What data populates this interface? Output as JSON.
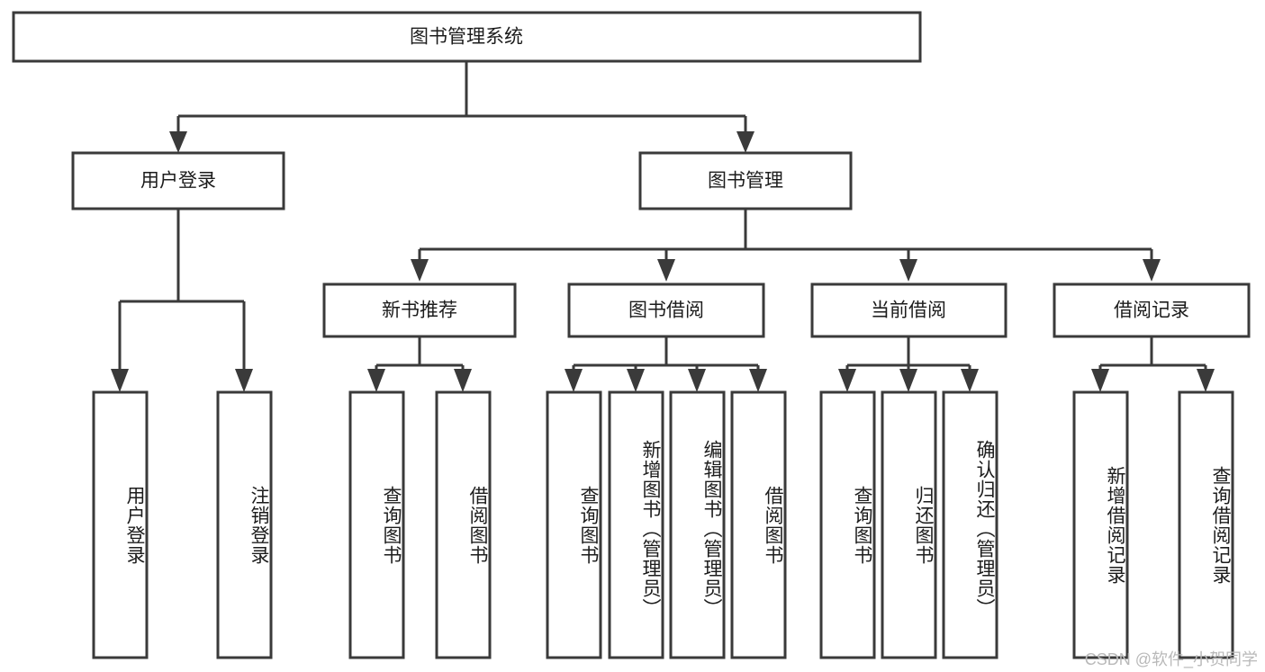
{
  "diagram": {
    "title": "图书管理系统",
    "type": "tree-hierarchy",
    "watermark": "CSDN @软件_小贺同学",
    "colors": {
      "box_border": "#3a3a3a",
      "box_fill": "#ffffff",
      "connector": "#3a3a3a",
      "text": "#1c1c1c",
      "watermark": "#b9b9b9",
      "background": "#ffffff"
    },
    "root": {
      "label": "图书管理系统"
    },
    "level2": [
      {
        "label": "用户登录"
      },
      {
        "label": "图书管理"
      }
    ],
    "level3": [
      {
        "label": "新书推荐"
      },
      {
        "label": "图书借阅"
      },
      {
        "label": "当前借阅"
      },
      {
        "label": "借阅记录"
      }
    ],
    "leaves": {
      "user_login": [
        {
          "label": "用户登录"
        },
        {
          "label": "注销登录"
        }
      ],
      "new_book_recommend": [
        {
          "label": "查询图书"
        },
        {
          "label": "借阅图书"
        }
      ],
      "book_borrow": [
        {
          "label": "查询图书"
        },
        {
          "label": "新增图书（管理员）"
        },
        {
          "label": "编辑图书（管理员）"
        },
        {
          "label": "借阅图书"
        }
      ],
      "current_borrow": [
        {
          "label": "查询图书"
        },
        {
          "label": "归还图书"
        },
        {
          "label": "确认归还（管理员）"
        }
      ],
      "borrow_record": [
        {
          "label": "新增借阅记录"
        },
        {
          "label": "查询借阅记录"
        }
      ]
    }
  }
}
